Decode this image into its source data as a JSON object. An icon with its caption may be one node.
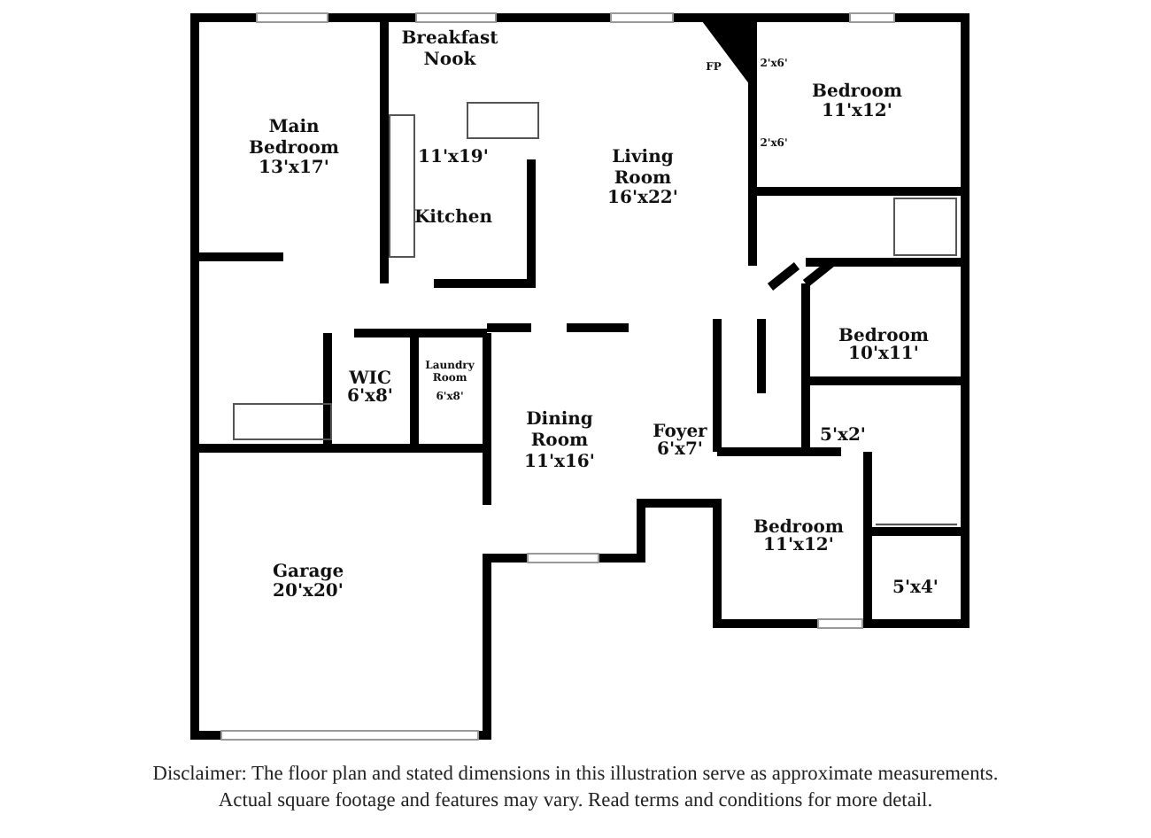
{
  "diagram": {
    "caption": "Disclaimer: The floor plan and stated dimensions in this illustration serve as approximate measurements. Actual square footage and features may vary. Read terms and conditions for more detail.",
    "labels": [
      "Breakfast Nook",
      "2'x6'",
      "FP",
      "Bedroom",
      "11'x12'",
      "Main Bedroom",
      "13'x17'",
      "11'x19'",
      "2'x6'",
      "Living Room",
      "16'x22'",
      "Kitchen",
      "Bedroom",
      "10'x11'",
      "WIC",
      "6'x8'",
      "Laundry Room",
      "6'x8'",
      "Dining Room",
      "Foyer",
      "6'x7'",
      "5'x2'",
      "11'x16'",
      "Bedroom",
      "11'x12'",
      "Garage",
      "5'x4'",
      "20'x20'"
    ]
  }
}
